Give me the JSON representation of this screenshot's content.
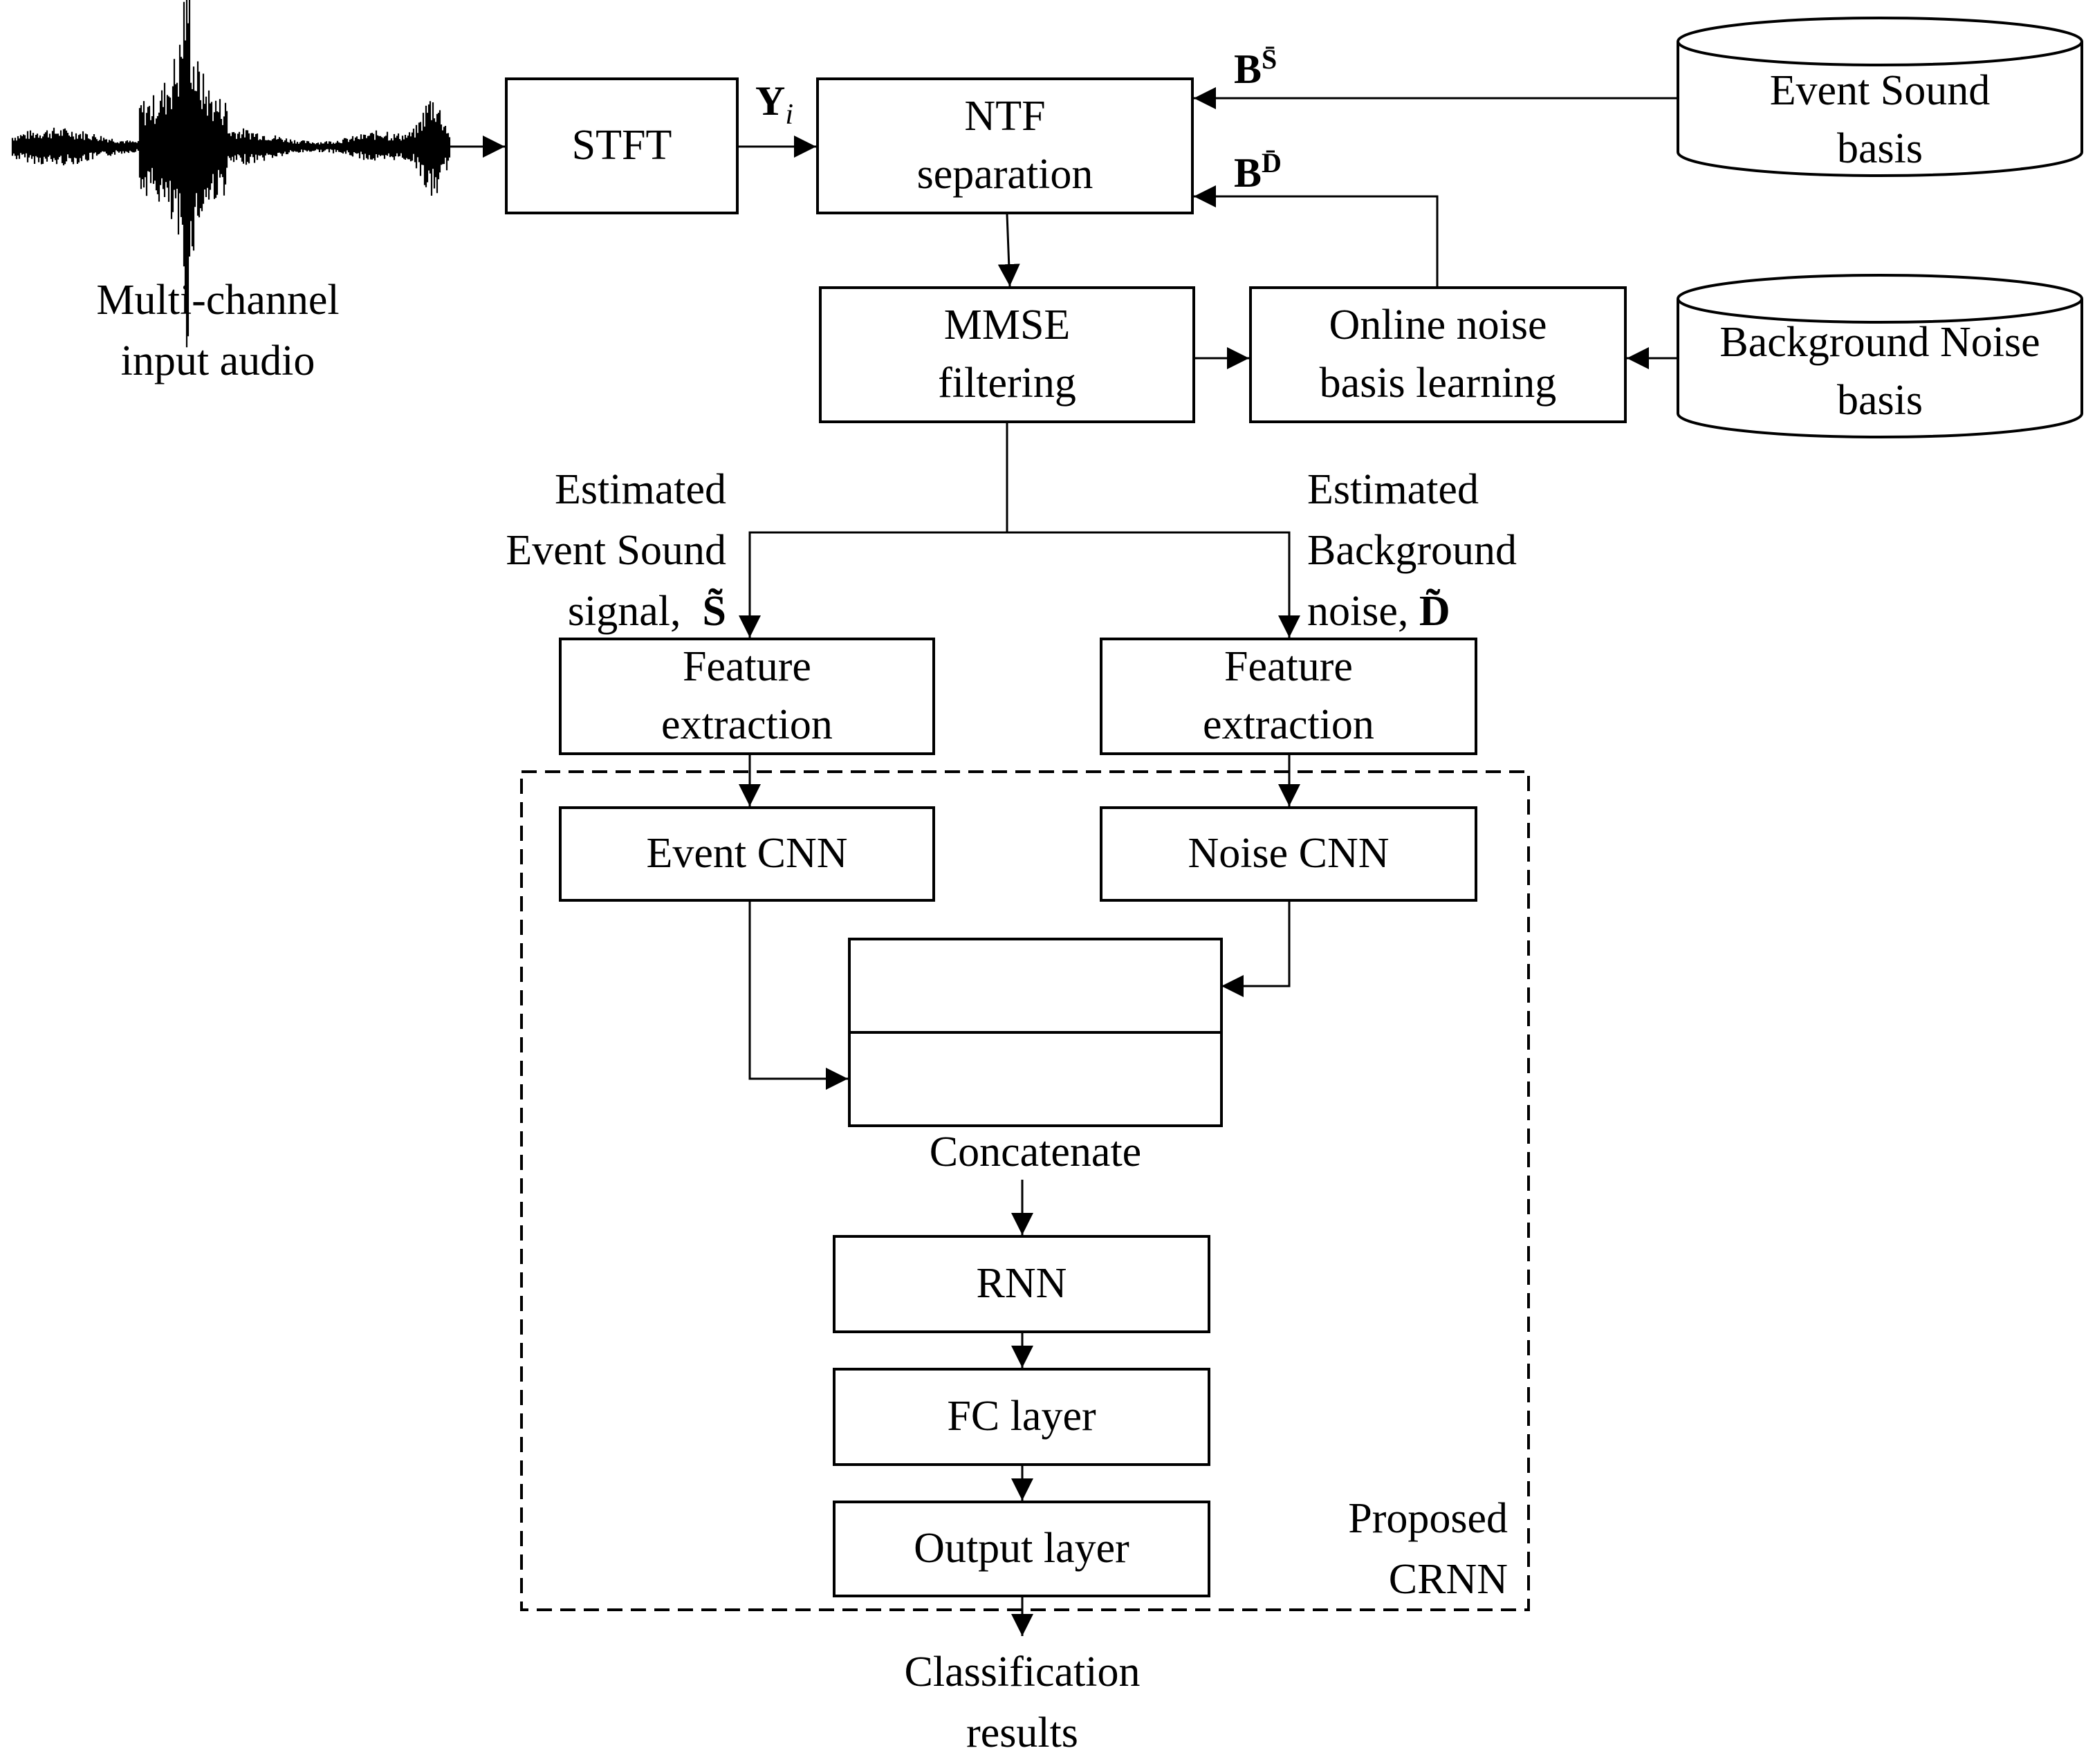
{
  "input_audio": {
    "label_line1": "Multi-channel",
    "label_line2": "input audio"
  },
  "stft": {
    "label": "STFT"
  },
  "y_symbol": {
    "base": "Y",
    "sub": "i"
  },
  "ntf": {
    "line1": "NTF",
    "line2": "separation"
  },
  "b_s_symbol": {
    "base": "B",
    "sup": "S̄"
  },
  "b_d_symbol": {
    "base": "B",
    "sup": "D̄"
  },
  "event_sound_basis": {
    "line1": "Event Sound",
    "line2": "basis"
  },
  "background_noise_basis": {
    "line1": "Background Noise",
    "line2": "basis"
  },
  "mmse": {
    "line1": "MMSE",
    "line2": "filtering"
  },
  "online_noise": {
    "line1": "Online noise",
    "line2": "basis learning"
  },
  "estimated_event": {
    "line1": "Estimated",
    "line2": "Event Sound",
    "line3": "signal,",
    "symbol": "S̃"
  },
  "estimated_noise": {
    "line1": "Estimated",
    "line2": "Background",
    "line3": "noise,",
    "symbol": "D̃"
  },
  "feature_left": {
    "line1": "Feature",
    "line2": "extraction"
  },
  "feature_right": {
    "line1": "Feature",
    "line2": "extraction"
  },
  "event_cnn": {
    "label": "Event CNN"
  },
  "noise_cnn": {
    "label": "Noise CNN"
  },
  "concatenate": {
    "label": "Concatenate"
  },
  "rnn": {
    "label": "RNN"
  },
  "fc_layer": {
    "label": "FC layer"
  },
  "output_layer": {
    "label": "Output layer"
  },
  "proposed_crnn": {
    "line1": "Proposed",
    "line2": "CRNN"
  },
  "classification": {
    "line1": "Classification",
    "line2": "results"
  }
}
